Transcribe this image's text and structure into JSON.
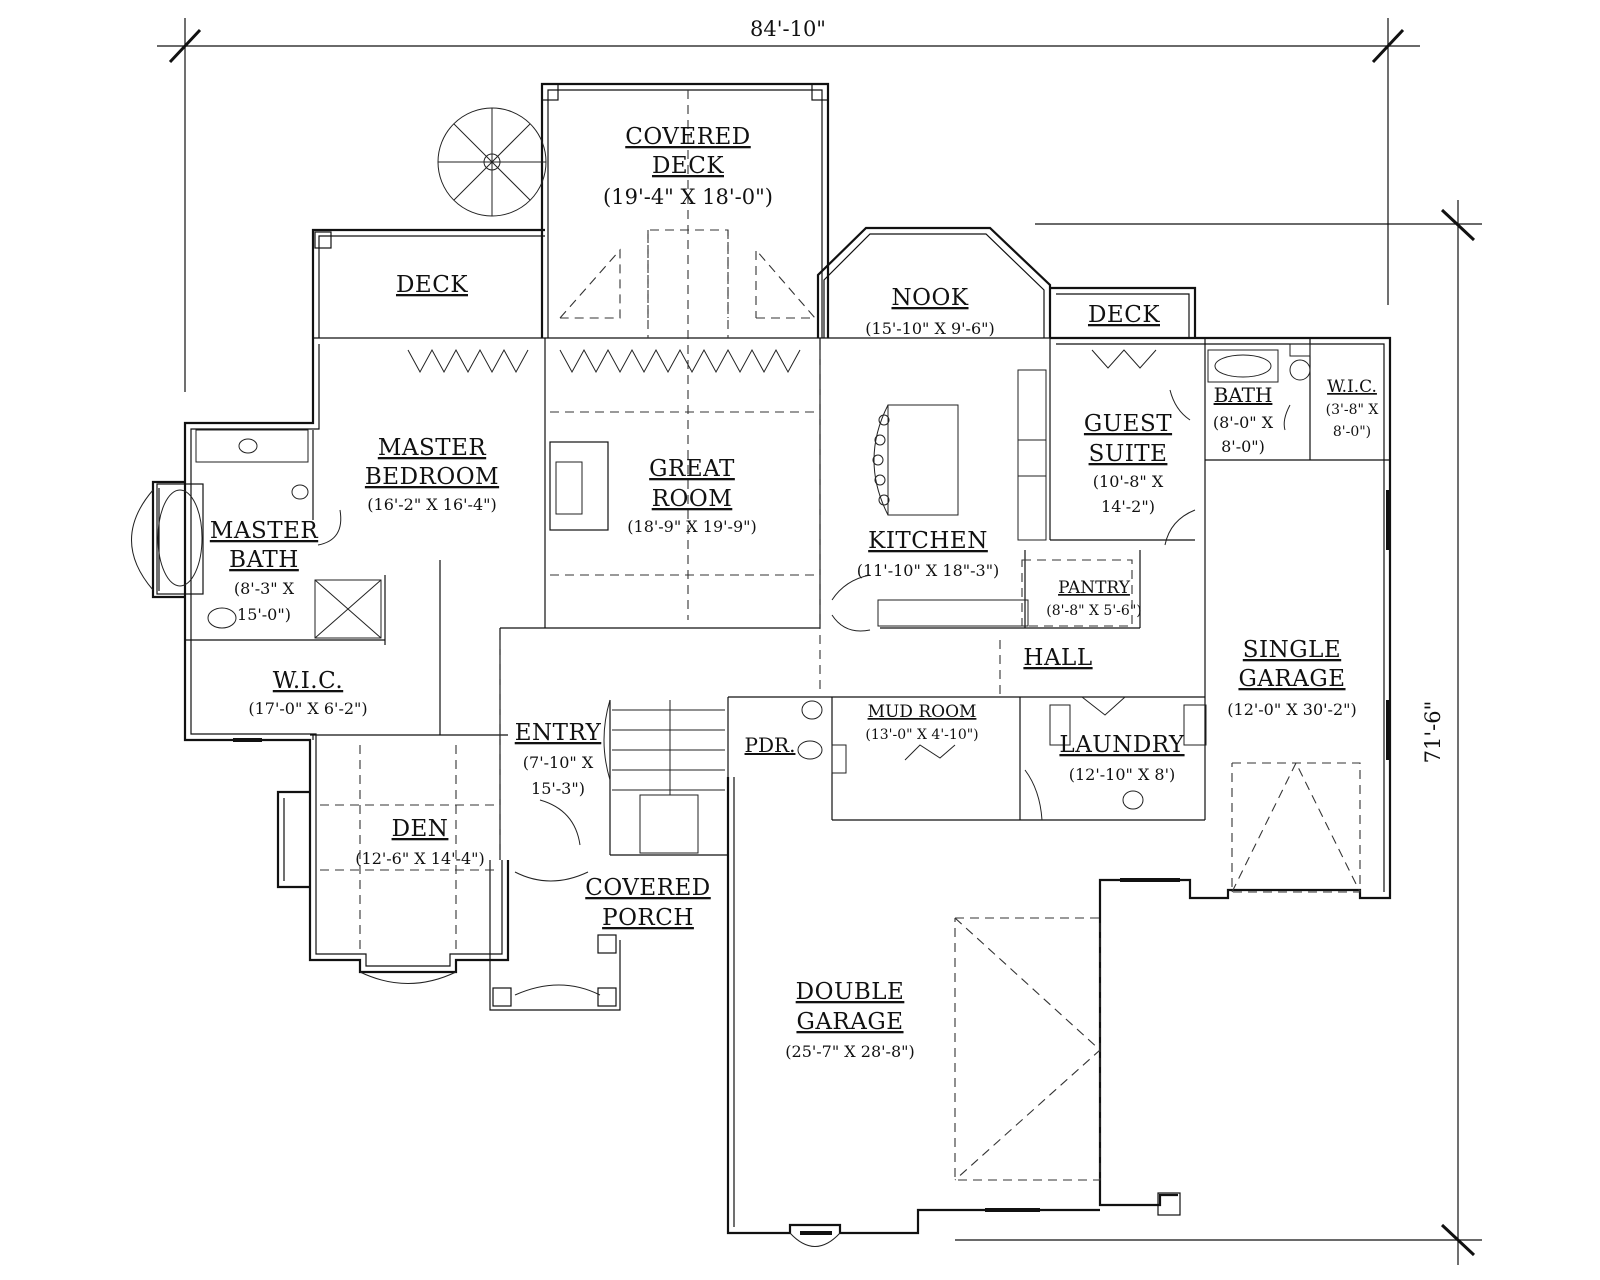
{
  "dimensions": {
    "overall_width": "84'-10\"",
    "overall_depth": "71'-6\""
  },
  "rooms": [
    {
      "id": "covered-deck",
      "name": [
        "COVERED",
        "DECK"
      ],
      "size": "(19'-4\" X 18'-0\")"
    },
    {
      "id": "deck-left",
      "name": [
        "DECK"
      ],
      "size": ""
    },
    {
      "id": "nook",
      "name": [
        "NOOK"
      ],
      "size": "(15'-10\" X 9'-6\")"
    },
    {
      "id": "deck-right",
      "name": [
        "DECK"
      ],
      "size": ""
    },
    {
      "id": "master-bedroom",
      "name": [
        "MASTER",
        "BEDROOM"
      ],
      "size": "(16'-2\" X 16'-4\")"
    },
    {
      "id": "great-room",
      "name": [
        "GREAT",
        "ROOM"
      ],
      "size": "(18'-9\" X 19'-9\")"
    },
    {
      "id": "guest-suite",
      "name": [
        "GUEST",
        "SUITE"
      ],
      "size_lines": [
        "(10'-8\" X",
        "14'-2\")"
      ]
    },
    {
      "id": "bath",
      "name": [
        "BATH"
      ],
      "size_lines": [
        "(8'-0\" X",
        "8'-0\")"
      ]
    },
    {
      "id": "wic-small",
      "name": [
        "W.I.C."
      ],
      "size_lines": [
        "(3'-8\" X",
        "8'-0\")"
      ]
    },
    {
      "id": "master-bath",
      "name": [
        "MASTER",
        "BATH"
      ],
      "size_lines": [
        "(8'-3\" X",
        "15'-0\")"
      ]
    },
    {
      "id": "kitchen",
      "name": [
        "KITCHEN"
      ],
      "size": "(11'-10\" X 18\"-3\")"
    },
    {
      "id": "pantry",
      "name": [
        "PANTRY"
      ],
      "size": "(8'-8\" X 5'-6\")"
    },
    {
      "id": "hall",
      "name": [
        "HALL"
      ],
      "size": ""
    },
    {
      "id": "single-garage",
      "name": [
        "SINGLE",
        "GARAGE"
      ],
      "size": "(12'-0\" X 30'-2\")"
    },
    {
      "id": "wic-master",
      "name": [
        "W.I.C."
      ],
      "size": "(17'-0\" X 6'-2\")"
    },
    {
      "id": "mud-room",
      "name": [
        "MUD ROOM"
      ],
      "size": "(13'-0\" X 4'-10\")"
    },
    {
      "id": "entry",
      "name": [
        "ENTRY"
      ],
      "size_lines": [
        "(7'-10\" X",
        "15'-3\")"
      ]
    },
    {
      "id": "pdr",
      "name": [
        "PDR."
      ],
      "size": ""
    },
    {
      "id": "laundry",
      "name": [
        "LAUNDRY"
      ],
      "size": "(12'-10\" X 8')"
    },
    {
      "id": "den",
      "name": [
        "DEN"
      ],
      "size": "(12'-6\" X 14'-4\")"
    },
    {
      "id": "covered-porch",
      "name": [
        "COVERED",
        "PORCH"
      ],
      "size": ""
    },
    {
      "id": "double-garage",
      "name": [
        "DOUBLE",
        "GARAGE"
      ],
      "size": "(25'-7\" X 28'-8\")"
    }
  ]
}
